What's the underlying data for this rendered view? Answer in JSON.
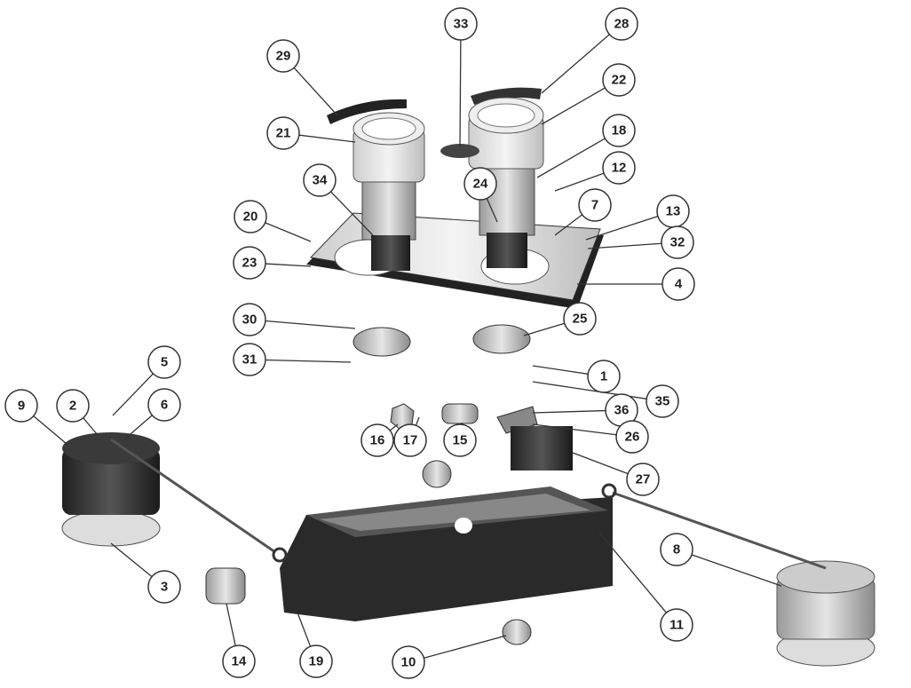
{
  "diagram": {
    "type": "exploded-assembly",
    "callouts": [
      "28",
      "33",
      "29",
      "22",
      "21",
      "18",
      "12",
      "34",
      "24",
      "7",
      "13",
      "20",
      "32",
      "23",
      "4",
      "30",
      "25",
      "31",
      "5",
      "1",
      "35",
      "9",
      "2",
      "6",
      "36",
      "26",
      "16",
      "17",
      "15",
      "27",
      "8",
      "3",
      "11",
      "14",
      "19",
      "10"
    ]
  }
}
